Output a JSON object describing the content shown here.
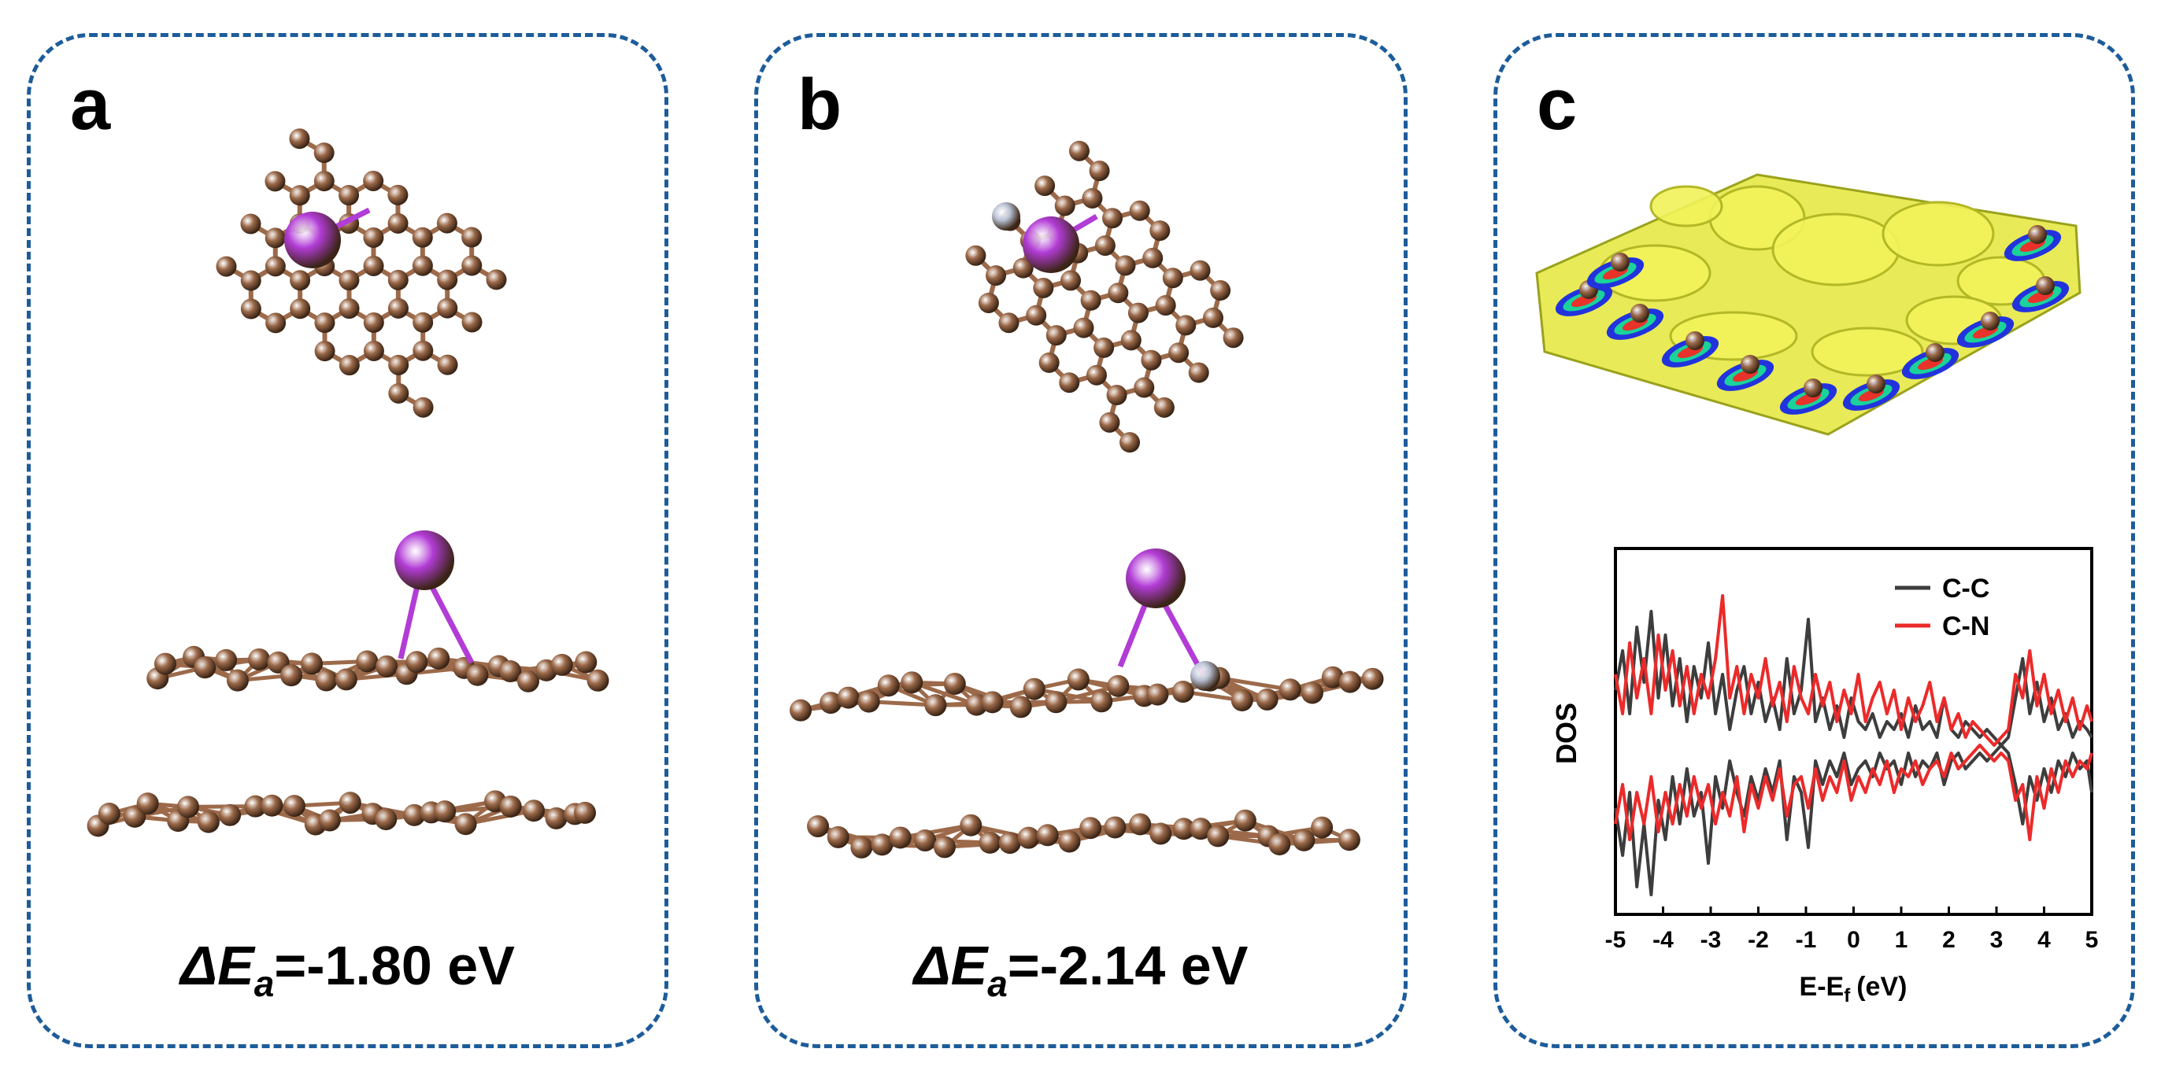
{
  "panels": [
    {
      "label": "a",
      "energy_symbol": "ΔE",
      "energy_subscript": "a",
      "energy_value": "=-1.80 eV"
    },
    {
      "label": "b",
      "energy_symbol": "ΔE",
      "energy_subscript": "a",
      "energy_value": "=-2.14 eV"
    },
    {
      "label": "c"
    }
  ],
  "colors": {
    "panel_border": "#1d5c9a",
    "carbon": "#9c6a4a",
    "metal": "#b23cd6",
    "nitrogen": "#b9c2d4",
    "isosurface": "#e4e63a",
    "series_cc": "#3d3d3d",
    "series_cn": "#ec2a2a"
  },
  "chart_data": {
    "type": "line",
    "xlabel": "E-E",
    "xlabel_sub": "f",
    "xlabel_unit": "(eV)",
    "ylabel": "DOS",
    "xlim": [
      -5,
      5
    ],
    "xticks": [
      "-5",
      "-4",
      "-3",
      "-2",
      "-1",
      "0",
      "1",
      "2",
      "3",
      "4",
      "5"
    ],
    "legend": "top-right",
    "series": [
      {
        "name": "C-C",
        "color": "#3d3d3d",
        "x": [
          -5,
          -4.85,
          -4.7,
          -4.55,
          -4.4,
          -4.25,
          -4.1,
          -3.95,
          -3.8,
          -3.65,
          -3.5,
          -3.35,
          -3.2,
          -3.05,
          -2.9,
          -2.75,
          -2.6,
          -2.45,
          -2.3,
          -2.15,
          -2.0,
          -1.85,
          -1.7,
          -1.55,
          -1.4,
          -1.25,
          -1.1,
          -0.95,
          -0.8,
          -0.65,
          -0.5,
          -0.35,
          -0.2,
          -0.05,
          0.1,
          0.25,
          0.4,
          0.55,
          0.7,
          0.85,
          1.0,
          1.15,
          1.3,
          1.45,
          1.6,
          1.75,
          1.9,
          2.05,
          2.2,
          2.35,
          2.5,
          2.65,
          2.8,
          2.95,
          3.1,
          3.25,
          3.4,
          3.55,
          3.7,
          3.85,
          4.0,
          4.15,
          4.3,
          4.45,
          4.6,
          4.75,
          4.9,
          5.0
        ],
        "up": [
          0.35,
          0.6,
          0.2,
          0.75,
          0.4,
          0.85,
          0.3,
          0.7,
          0.25,
          0.55,
          0.15,
          0.5,
          0.3,
          0.65,
          0.2,
          0.45,
          0.1,
          0.35,
          0.5,
          0.2,
          0.4,
          0.15,
          0.3,
          0.1,
          0.55,
          0.2,
          0.35,
          0.8,
          0.15,
          0.3,
          0.1,
          0.25,
          0.05,
          0.3,
          0.15,
          0.1,
          0.2,
          0.05,
          0.15,
          0.1,
          0.2,
          0.05,
          0.25,
          0.1,
          0.15,
          0.05,
          0.3,
          0.1,
          0.05,
          0.15,
          0.1,
          0.05,
          0.1,
          0.05,
          0.0,
          0.05,
          0.3,
          0.55,
          0.2,
          0.4,
          0.15,
          0.3,
          0.1,
          0.2,
          0.05,
          0.15,
          0.1,
          0.05
        ],
        "down": [
          -0.4,
          -0.7,
          -0.3,
          -0.9,
          -0.5,
          -0.95,
          -0.35,
          -0.6,
          -0.2,
          -0.5,
          -0.15,
          -0.45,
          -0.3,
          -0.75,
          -0.2,
          -0.4,
          -0.1,
          -0.3,
          -0.45,
          -0.2,
          -0.35,
          -0.15,
          -0.3,
          -0.1,
          -0.6,
          -0.2,
          -0.3,
          -0.65,
          -0.1,
          -0.25,
          -0.1,
          -0.2,
          -0.05,
          -0.25,
          -0.15,
          -0.1,
          -0.2,
          -0.05,
          -0.15,
          -0.1,
          -0.25,
          -0.05,
          -0.2,
          -0.1,
          -0.15,
          -0.05,
          -0.25,
          -0.1,
          -0.05,
          -0.15,
          -0.1,
          -0.05,
          -0.1,
          -0.05,
          0.0,
          -0.05,
          -0.25,
          -0.5,
          -0.2,
          -0.35,
          -0.15,
          -0.3,
          -0.1,
          -0.2,
          -0.05,
          -0.15,
          -0.1,
          -0.3
        ]
      },
      {
        "name": "C-N",
        "color": "#ec2a2a",
        "x": [
          -5,
          -4.85,
          -4.7,
          -4.55,
          -4.4,
          -4.25,
          -4.1,
          -3.95,
          -3.8,
          -3.65,
          -3.5,
          -3.35,
          -3.2,
          -3.05,
          -2.9,
          -2.75,
          -2.6,
          -2.45,
          -2.3,
          -2.15,
          -2.0,
          -1.85,
          -1.7,
          -1.55,
          -1.4,
          -1.25,
          -1.1,
          -0.95,
          -0.8,
          -0.65,
          -0.5,
          -0.35,
          -0.2,
          -0.05,
          0.1,
          0.25,
          0.4,
          0.55,
          0.7,
          0.85,
          1.0,
          1.15,
          1.3,
          1.45,
          1.6,
          1.75,
          1.9,
          2.05,
          2.2,
          2.35,
          2.5,
          2.65,
          2.8,
          2.95,
          3.1,
          3.25,
          3.4,
          3.55,
          3.7,
          3.85,
          4.0,
          4.15,
          4.3,
          4.45,
          4.6,
          4.75,
          4.9,
          5.0
        ],
        "up": [
          0.45,
          0.2,
          0.65,
          0.3,
          0.55,
          0.2,
          0.7,
          0.35,
          0.6,
          0.25,
          0.5,
          0.2,
          0.45,
          0.3,
          0.55,
          0.95,
          0.3,
          0.5,
          0.2,
          0.45,
          0.3,
          0.55,
          0.25,
          0.4,
          0.15,
          0.5,
          0.3,
          0.2,
          0.45,
          0.25,
          0.4,
          0.15,
          0.35,
          0.2,
          0.45,
          0.15,
          0.3,
          0.4,
          0.2,
          0.35,
          0.1,
          0.3,
          0.15,
          0.25,
          0.4,
          0.15,
          0.3,
          0.1,
          0.2,
          0.05,
          0.15,
          0.1,
          0.05,
          0.0,
          0.05,
          0.1,
          0.45,
          0.3,
          0.6,
          0.25,
          0.45,
          0.2,
          0.35,
          0.15,
          0.3,
          0.1,
          0.25,
          0.15
        ],
        "down": [
          -0.5,
          -0.25,
          -0.6,
          -0.3,
          -0.5,
          -0.2,
          -0.55,
          -0.3,
          -0.5,
          -0.25,
          -0.45,
          -0.2,
          -0.4,
          -0.25,
          -0.5,
          -0.3,
          -0.45,
          -0.2,
          -0.55,
          -0.25,
          -0.4,
          -0.2,
          -0.35,
          -0.15,
          -0.45,
          -0.25,
          -0.2,
          -0.4,
          -0.15,
          -0.35,
          -0.2,
          -0.3,
          -0.1,
          -0.35,
          -0.2,
          -0.3,
          -0.15,
          -0.25,
          -0.1,
          -0.3,
          -0.15,
          -0.2,
          -0.1,
          -0.25,
          -0.15,
          -0.1,
          -0.2,
          -0.05,
          -0.15,
          -0.1,
          -0.05,
          0.0,
          -0.05,
          -0.1,
          -0.05,
          -0.1,
          -0.35,
          -0.25,
          -0.6,
          -0.2,
          -0.4,
          -0.15,
          -0.3,
          -0.1,
          -0.2,
          -0.1,
          -0.15,
          -0.05
        ]
      }
    ]
  }
}
